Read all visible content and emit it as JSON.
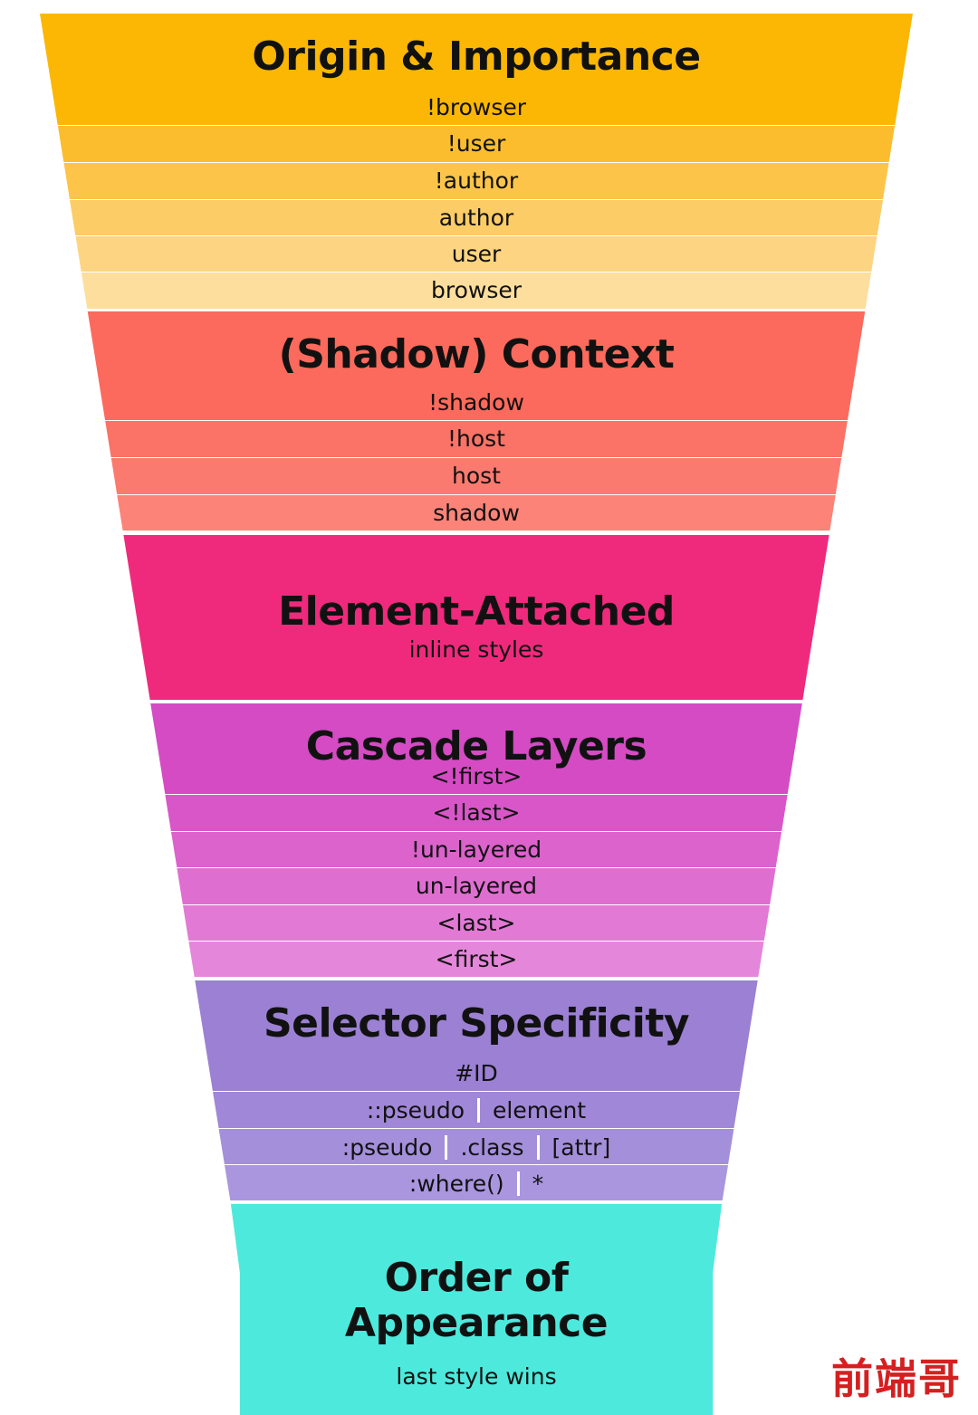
{
  "sections": [
    {
      "id": "origin",
      "title": "Origin & Importance",
      "title_color": "#fbb704",
      "items": [
        {
          "parts": [
            "!browser"
          ],
          "color": "#fbb704"
        },
        {
          "parts": [
            "!user"
          ],
          "color": "#fbbd2e"
        },
        {
          "parts": [
            "!author"
          ],
          "color": "#fcc549"
        },
        {
          "parts": [
            "author"
          ],
          "color": "#fccd66"
        },
        {
          "parts": [
            "user"
          ],
          "color": "#fdd582"
        },
        {
          "parts": [
            "browser"
          ],
          "color": "#fdde9c"
        }
      ]
    },
    {
      "id": "context",
      "title": "(Shadow) Context",
      "title_color": "#fb6a5c",
      "items": [
        {
          "parts": [
            "!shadow"
          ],
          "color": "#fb6a5c"
        },
        {
          "parts": [
            "!host"
          ],
          "color": "#fb7266"
        },
        {
          "parts": [
            "host"
          ],
          "color": "#fb7a6f"
        },
        {
          "parts": [
            "shadow"
          ],
          "color": "#fc8378"
        }
      ]
    },
    {
      "id": "element",
      "title": "Element-Attached",
      "title_color": "#ef2a7c",
      "subtitle": "inline styles",
      "items": []
    },
    {
      "id": "layers",
      "title": "Cascade Layers",
      "title_color": "#d44bc3",
      "items": [
        {
          "parts": [
            "<!first>"
          ],
          "color": "#d44bc3"
        },
        {
          "parts": [
            "<!last>"
          ],
          "color": "#d956c8"
        },
        {
          "parts": [
            "!un-layered"
          ],
          "color": "#dc62cc"
        },
        {
          "parts": [
            "un-layered"
          ],
          "color": "#df6ed1"
        },
        {
          "parts": [
            "<last>"
          ],
          "color": "#e27ad5"
        },
        {
          "parts": [
            "<first>"
          ],
          "color": "#e486d9"
        }
      ]
    },
    {
      "id": "specificity",
      "title": "Selector Specificity",
      "title_color": "#9b80d3",
      "items": [
        {
          "parts": [
            "#ID"
          ],
          "color": "#9b80d3"
        },
        {
          "parts": [
            "::pseudo",
            "element"
          ],
          "color": "#a087d7"
        },
        {
          "parts": [
            ":pseudo",
            ".class",
            "[attr]"
          ],
          "color": "#a48fda"
        },
        {
          "parts": [
            ":where()",
            "*"
          ],
          "color": "#a996de"
        }
      ]
    },
    {
      "id": "order",
      "title": "Order of Appearance",
      "title_lines": [
        "Order of",
        "Appearance"
      ],
      "title_color": "#4de9dc",
      "subtitle": "last style wins",
      "items": []
    }
  ],
  "watermark": "前端哥"
}
